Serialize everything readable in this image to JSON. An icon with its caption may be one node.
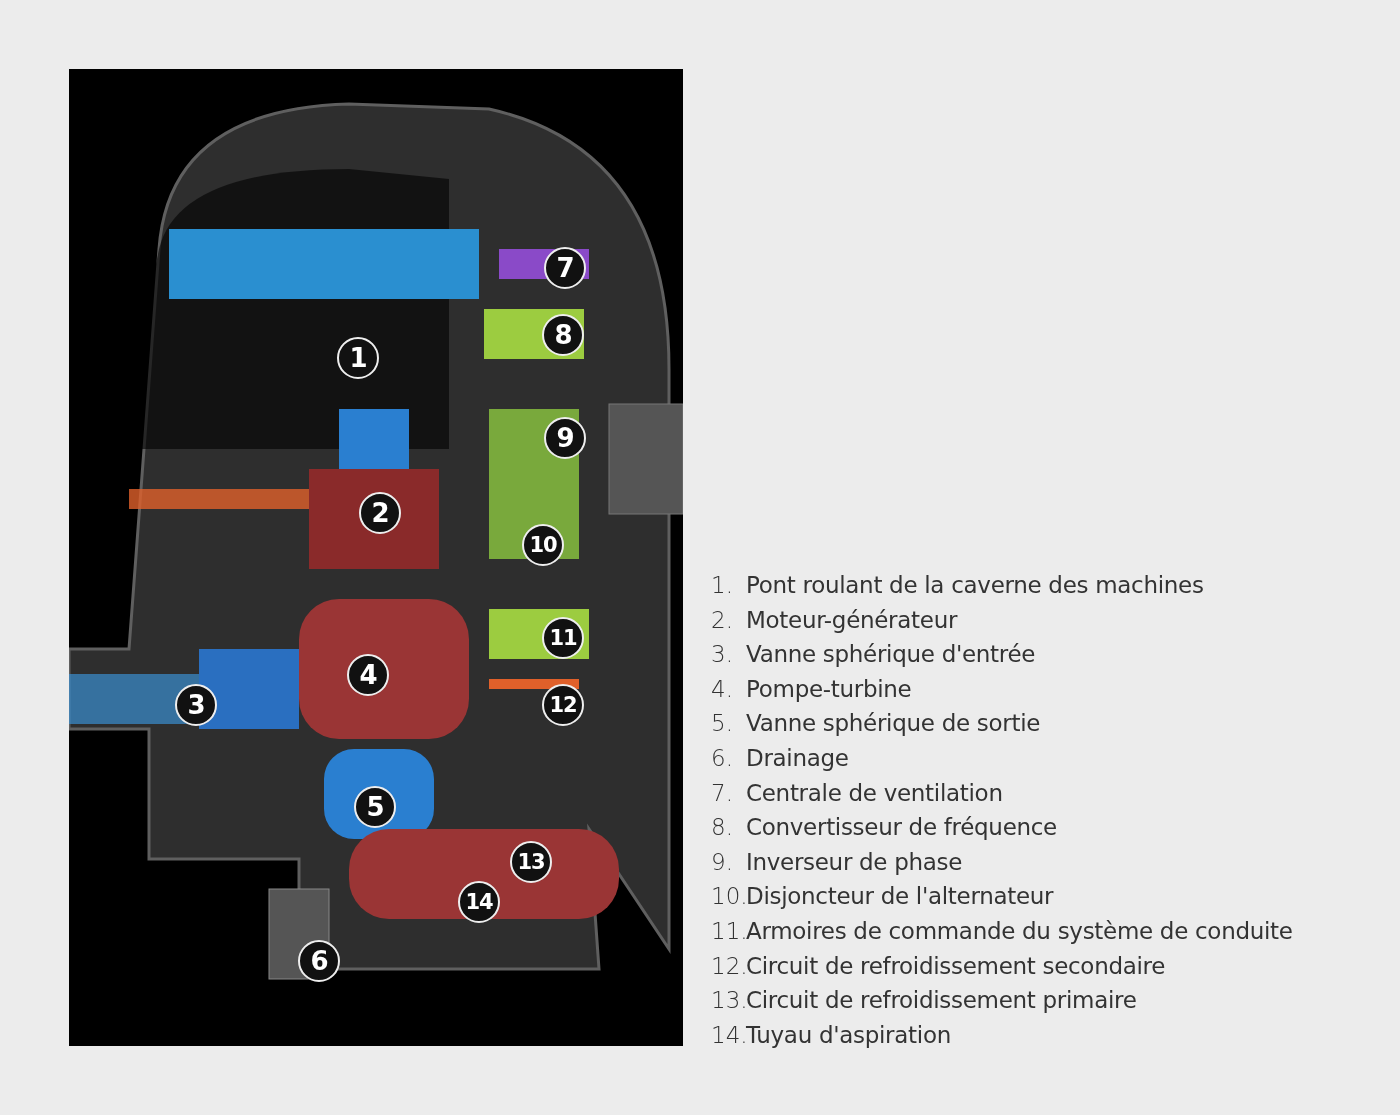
{
  "diagram": {
    "labels": [
      "1",
      "2",
      "3",
      "4",
      "5",
      "6",
      "7",
      "8",
      "9",
      "10",
      "11",
      "12",
      "13",
      "14",
      "1.",
      "Pont roulant de la caverne des machines",
      "2.",
      "Moteur-générateur",
      "3.",
      "Vanne sphérique d'entrée",
      "4.",
      "Pompe-turbine",
      "5.",
      "Vanne sphérique de sortie",
      "6.",
      "Drainage",
      "7.",
      "Centrale de ventilation",
      "8.",
      "Convertisseur de fréquence",
      "9.",
      "Inverseur de phase",
      "10.",
      "Disjoncteur de l'alternateur",
      "11.",
      "Armoires de commande du système de conduite",
      "12.",
      "Circuit de refroidissement secondaire",
      "13.",
      "Circuit de refroidissement primaire",
      "14.",
      "Tuyau d'aspiration"
    ]
  }
}
